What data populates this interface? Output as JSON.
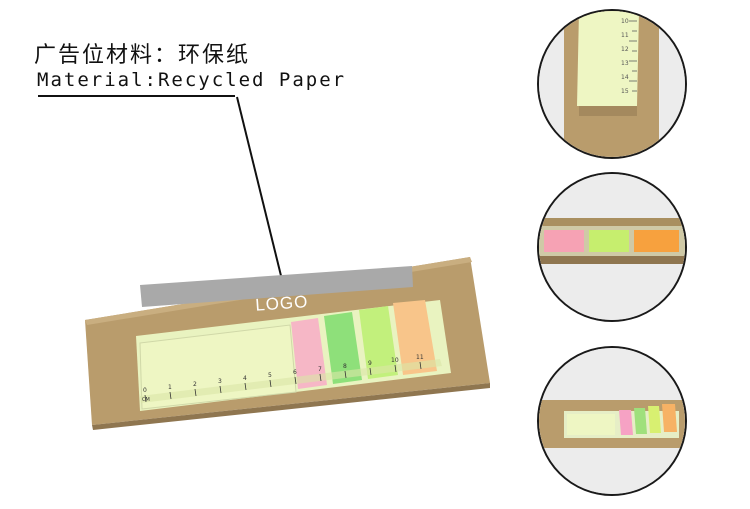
{
  "heading": {
    "chinese": "广告位材料：环保纸",
    "english": "Material:Recycled Paper"
  },
  "product": {
    "logo_text": "LOGO",
    "ruler_unit": "CM",
    "ruler_numbers": [
      "0",
      "1",
      "2",
      "3",
      "4",
      "5",
      "6",
      "7",
      "8",
      "9",
      "10",
      "11"
    ],
    "flag_colors": [
      "#f6b7c6",
      "#8ee07a",
      "#c2f07c",
      "#f8c58a"
    ]
  },
  "detail_views": {
    "top": {
      "ruler_numbers": [
        "10",
        "11",
        "12",
        "13",
        "14",
        "15"
      ]
    },
    "middle": {
      "flag_colors": [
        "#f6a2b4",
        "#c6ee6e",
        "#f7a13e"
      ]
    },
    "bottom": {
      "flag_colors": [
        "#f6a2c4",
        "#9fe07c",
        "#d8f071",
        "#f7b265"
      ]
    }
  },
  "colors": {
    "kraft": "#b99c6c",
    "note_yellow": "#eef6c3"
  }
}
